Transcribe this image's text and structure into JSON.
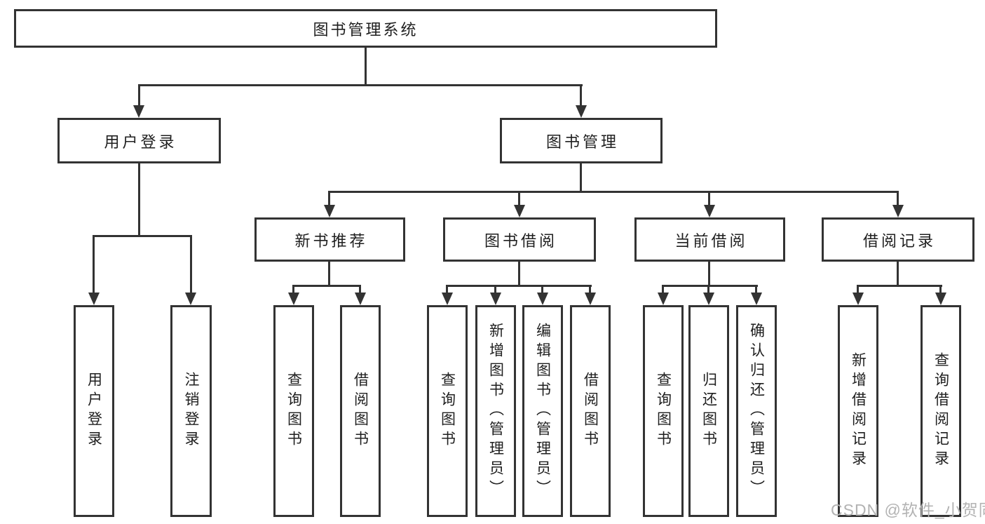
{
  "diagram_type": "hierarchy-flowchart",
  "colors": {
    "line": "#333333",
    "text": "#1f1f1f",
    "background": "#ffffff",
    "watermark": "#b3b3b3"
  },
  "tree": {
    "root": {
      "label": "图书管理系统"
    },
    "children": [
      {
        "label": "用户登录",
        "children": [
          {
            "label": "用户登录"
          },
          {
            "label": "注销登录"
          }
        ]
      },
      {
        "label": "图书管理",
        "children": [
          {
            "label": "新书推荐",
            "children": [
              {
                "label": "查询图书"
              },
              {
                "label": "借阅图书"
              }
            ]
          },
          {
            "label": "图书借阅",
            "children": [
              {
                "label": "查询图书"
              },
              {
                "label": "新增图书（管理员）"
              },
              {
                "label": "编辑图书（管理员）"
              },
              {
                "label": "借阅图书"
              }
            ]
          },
          {
            "label": "当前借阅",
            "children": [
              {
                "label": "查询图书"
              },
              {
                "label": "归还图书"
              },
              {
                "label": "确认归还（管理员）"
              }
            ]
          },
          {
            "label": "借阅记录",
            "children": [
              {
                "label": "新增借阅记录"
              },
              {
                "label": "查询借阅记录"
              }
            ]
          }
        ]
      }
    ]
  },
  "watermark": "CSDN @软件_小贺同学"
}
